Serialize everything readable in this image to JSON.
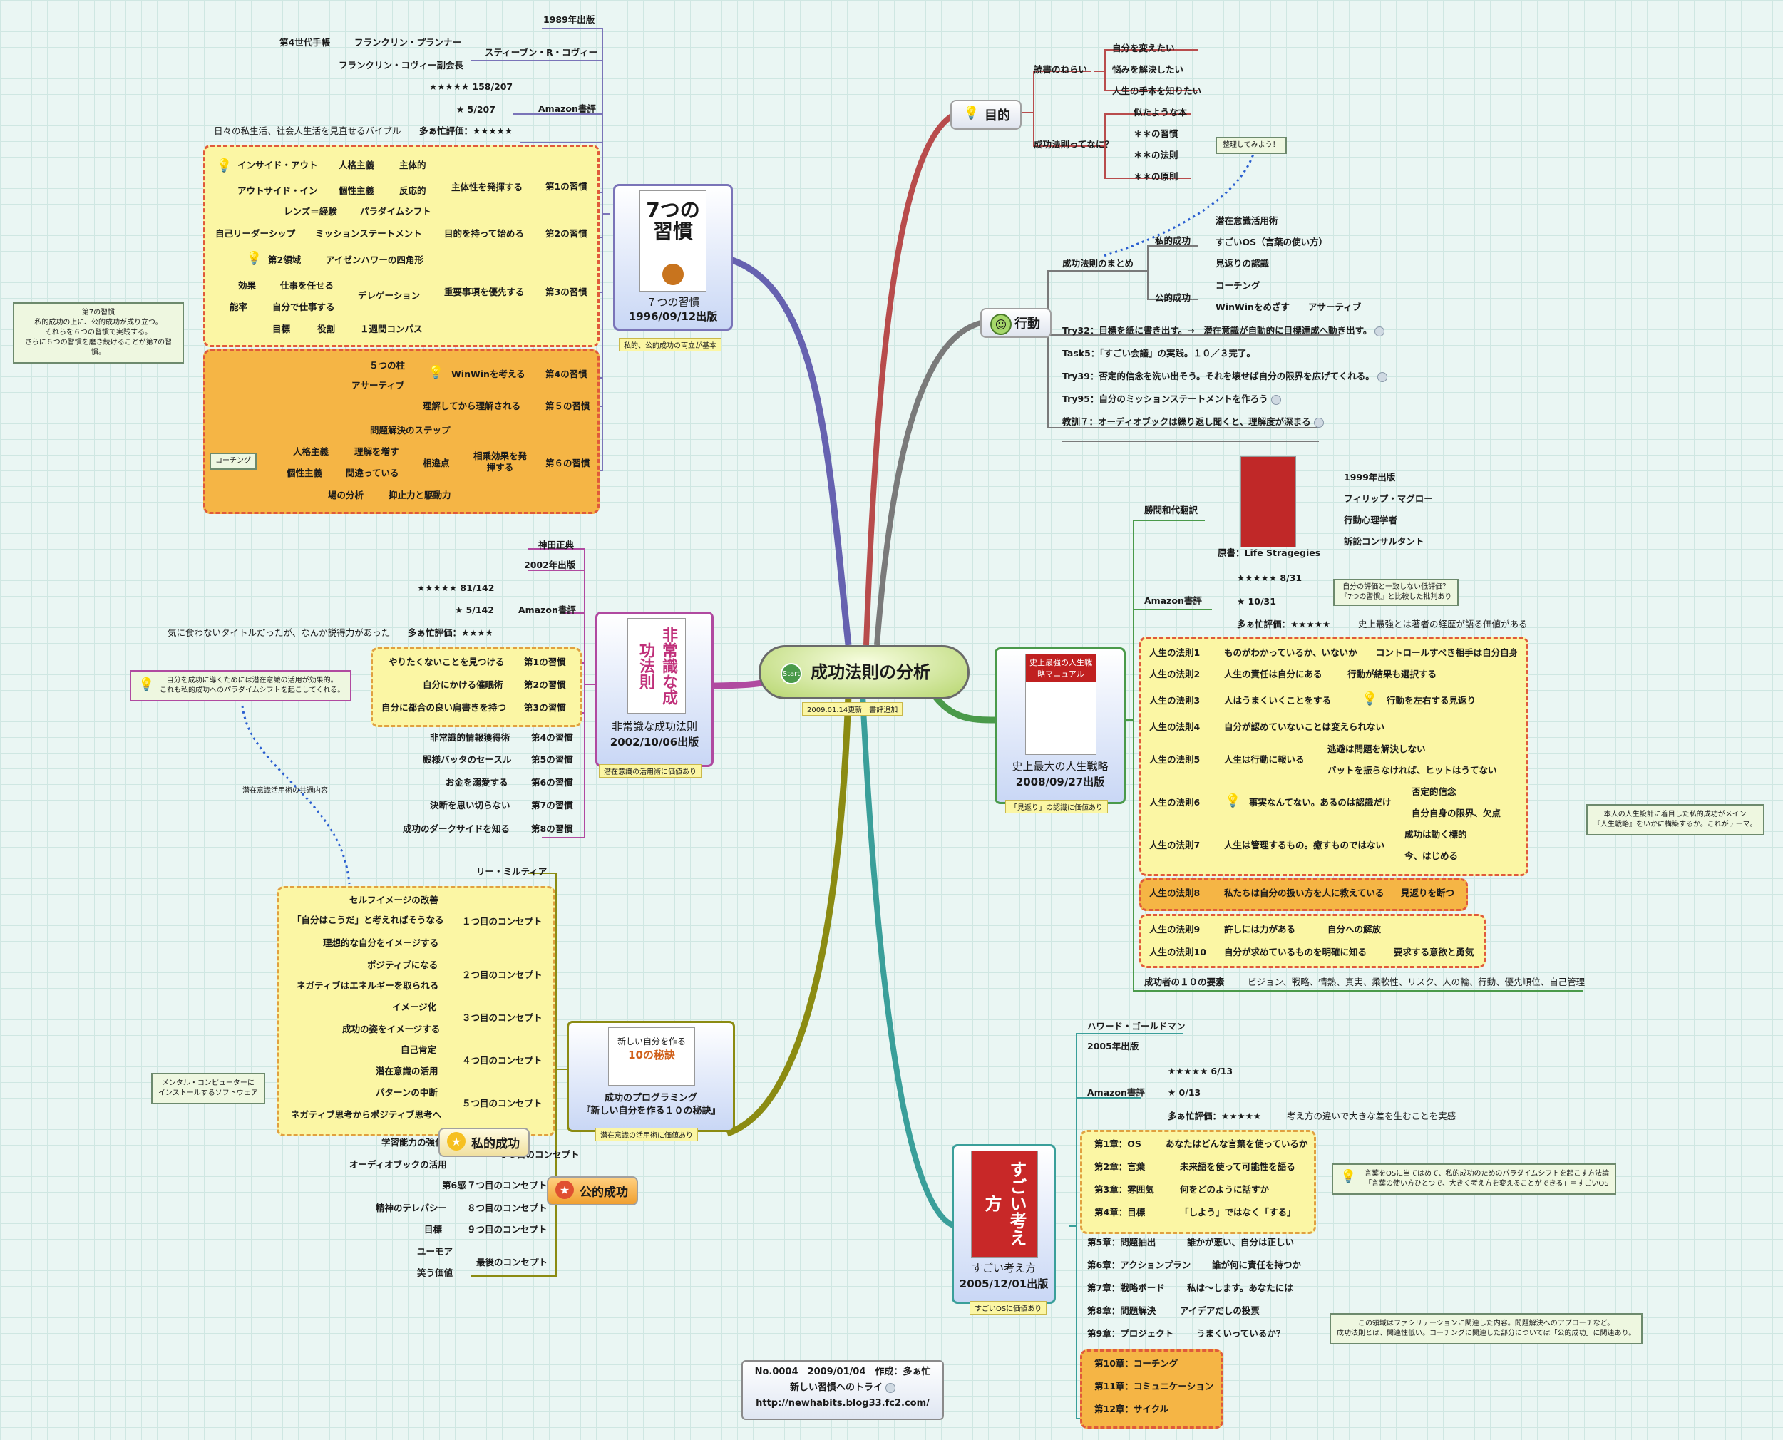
{
  "central": {
    "title": "成功法則の分析",
    "start": "Start",
    "update": "2009.01.14更新　書評追加"
  },
  "footer": {
    "line1": "No.0004　2009/01/04　作成：多ぁ忙",
    "line2": "新しい習慣へのトライ",
    "line3": "http://newhabits.blog33.fc2.com/"
  },
  "book7": {
    "cover_title": "7つの習慣",
    "title": "７つの習慣",
    "date": "1996/09/12出版",
    "sub": "私的、公的成功の両立が基本",
    "published": "1989年出版",
    "author": "スティーブン・R・コヴィー",
    "author_a": "第4世代手帳",
    "author_b": "フランクリン・プランナー",
    "author_c": "フランクリン・コヴィー副会長",
    "amazon": "Amazon書評",
    "star5": "★★★★★ 158/207",
    "star1": "★ 5/207",
    "tabo": "多ぁ忙評価：★★★★★",
    "tabo_note": "日々の私生活、社会人生活を見直せるバイブル",
    "h1": "第1の習慣",
    "h1_main": "主体性を発揮する",
    "h1_a": "インサイド・アウト",
    "h1_b": "人格主義",
    "h1_c": "主体的",
    "h1_d": "アウトサイド・イン",
    "h1_e": "個性主義",
    "h1_f": "反応的",
    "h1_g": "レンズ＝経験",
    "h1_h": "パラダイムシフト",
    "h2": "第2の習慣",
    "h2_main": "目的を持って始める",
    "h2_a": "自己リーダーシップ",
    "h2_b": "ミッションステートメント",
    "h3": "第3の習慣",
    "h3_main": "重要事項を優先する",
    "h3_a": "第2領域",
    "h3_b": "アイゼンハワーの四角形",
    "h3_c": "効果",
    "h3_d": "仕事を任せる",
    "h3_e": "デレゲーション",
    "h3_f": "能率",
    "h3_g": "自分で仕事する",
    "h3_h": "目標",
    "h3_i": "役割",
    "h3_j": "１週間コンパス",
    "h4": "第4の習慣",
    "h4_main": "WinWinを考える",
    "h4_a": "５つの柱",
    "h4_b": "アサーティブ",
    "h5": "第５の習慣",
    "h5_main": "理解してから理解される",
    "h6": "第６の習慣",
    "h6_main": "相乗効果を発揮する",
    "h6_a": "問題解決のステップ",
    "h6_b": "人格主義",
    "h6_c": "理解を増す",
    "h6_d": "個性主義",
    "h6_e": "間違っている",
    "h6_f": "相違点",
    "h6_g": "場の分析",
    "h6_h": "抑止力と駆動力",
    "coaching": "コーチング",
    "note7": "第7の習慣\n私的成功の上に、公的成功が成り立つ。\nそれらを６つの習慣で実践する。\nさらに６つの習慣を磨き続けることが第7の習慣。"
  },
  "bookH": {
    "cover": "非常識な成功法則",
    "title": "非常識な成功法則",
    "date": "2002/10/06出版",
    "sub": "潜在意識の活用術に価値あり",
    "author": "神田正典",
    "published": "2002年出版",
    "amazon": "Amazon書評",
    "star5": "★★★★★ 81/142",
    "star1": "★ 5/142",
    "tabo": "多ぁ忙評価：★★★★",
    "tabo_note": "気に食わないタイトルだったが、なんか説得力があった",
    "h1a": "やりたくないことを見つける",
    "h1": "第1の習慣",
    "h2a": "自分にかける催眠術",
    "h2": "第2の習慣",
    "h3a": "自分に都合の良い肩書きを持つ",
    "h3": "第3の習慣",
    "h4a": "非常識的情報獲得術",
    "h4": "第4の習慣",
    "h5a": "殿様バッタのセースル",
    "h5": "第5の習慣",
    "h6a": "お金を溺愛する",
    "h6": "第6の習慣",
    "h7a": "決断を思い切らない",
    "h7": "第7の習慣",
    "h8a": "成功のダークサイドを知る",
    "h8": "第8の習慣",
    "note": "自分を成功に導くためには潜在意識の活用が効果的。\nこれも私的成功へのパラダイムシフトを起こしてくれる。",
    "link_label": "潜在意識活用術の共通内容"
  },
  "book10": {
    "cover1": "新しい自分を作る",
    "cover2": "10の秘訣",
    "title": "成功のプログラミング",
    "title2": "『新しい自分を作る１０の秘訣』",
    "sub": "潜在意識の活用術に価値あり",
    "author": "リー・ミルティア",
    "c1": "１つ目のコンセプト",
    "c1a": "セルフイメージの改善",
    "c1b": "「自分はこうだ」と考えればそうなる",
    "c1c": "理想的な自分をイメージする",
    "c2": "２つ目のコンセプト",
    "c2a": "ポジティブになる",
    "c2b": "ネガティブはエネルギーを取られる",
    "c3": "３つ目のコンセプト",
    "c3a": "イメージ化",
    "c3b": "成功の姿をイメージする",
    "c4": "４つ目のコンセプト",
    "c4a": "自己肯定",
    "c4b": "潜在意識の活用",
    "c5": "５つ目のコンセプト",
    "c5a": "パターンの中断",
    "c5b": "ネガティブ思考からポジティブ思考へ",
    "c6": "６つ目のコンセプト",
    "c6a": "学習能力の強化",
    "c6b": "オーディオブックの活用",
    "c7": "７つ目のコンセプト",
    "c7a": "第6感",
    "c8": "８つ目のコンセプト",
    "c8a": "精神のテレパシー",
    "c9": "９つ目のコンセプト",
    "c9a": "目標",
    "c10": "最後のコンセプト",
    "c10a": "ユーモア",
    "c10b": "笑う価値",
    "private": "私的成功",
    "public": "公的成功",
    "note": "メンタル・コンピューターに\nインストールするソフトウェア"
  },
  "purpose": {
    "label": "目的",
    "aim": "読書のねらい",
    "aim1": "自分を変えたい",
    "aim2": "悩みを解決したい",
    "aim3": "人生の手本を知りたい",
    "what": "成功法則ってなに？",
    "w1": "似たような本",
    "w2": "＊＊の習慣",
    "w3": "＊＊の法則",
    "w4": "＊＊の原則",
    "organize": "整理してみよう！"
  },
  "action": {
    "label": "行動",
    "summary": "成功法則のまとめ",
    "private": "私的成功",
    "p1": "潜在意識活用術",
    "p2": "すごいOS（言葉の使い方）",
    "p3": "見返りの認識",
    "public": "公的成功",
    "q1": "コーチング",
    "q2": "WinWinをめざす",
    "q3": "アサーティブ",
    "try32": "Try32：目標を紙に書き出す。→　潜在意識が自動的に目標達成へ動き出す。",
    "task5": "Task5：「すごい会議」の実践。１０／３完了。",
    "try39": "Try39：否定的信念を洗い出そう。それを壊せば自分の限界を広げてくれる。",
    "try95": "Try95：自分のミッションステートメントを作ろう",
    "lesson7": "教訓７：オーディオブックは繰り返し聞くと、理解度が深まる"
  },
  "bookL": {
    "title": "史上最大の人生戦略",
    "date": "2008/09/27出版",
    "sub": "「見返り」の認識に価値あり",
    "cover": "史上最強の人生戦略マニュアル",
    "translator": "勝間和代翻訳",
    "original": "原書：Life Stragegies",
    "published": "1999年出版",
    "author": "フィリップ・マグロー",
    "author_a": "行動心理学者",
    "author_b": "訴訟コンサルタント",
    "amazon": "Amazon書評",
    "star5": "★★★★★ 8/31",
    "star1": "★ 10/31",
    "tabo": "多ぁ忙評価：★★★★★",
    "tabo_note": "史上最強とは著者の経歴が語る価値がある",
    "amazon_note": "自分の評価と一致しない低評価？\n『7つの習慣』と比較した批判あり",
    "l1": "人生の法則1",
    "l1a": "ものがわかっているか、いないか",
    "l1b": "コントロールすべき相手は自分自身",
    "l2": "人生の法則2",
    "l2a": "人生の責任は自分にある",
    "l2b": "行動が結果も選択する",
    "l3": "人生の法則3",
    "l3a": "人はうまくいくことをする",
    "l3b": "行動を左右する見返り",
    "l4": "人生の法則4",
    "l4a": "自分が認めていないことは変えられない",
    "l5": "人生の法則5",
    "l5a": "人生は行動に報いる",
    "l5b": "逃避は問題を解決しない",
    "l5c": "バットを振らなければ、ヒットはうてない",
    "l6": "人生の法則6",
    "l6a": "事実なんてない。あるのは認識だけ",
    "l6b": "否定的信念",
    "l6c": "自分自身の限界、欠点",
    "l7": "人生の法則7",
    "l7a": "人生は管理するもの。癒すものではない",
    "l7b": "成功は動く標的",
    "l7c": "今、はじめる",
    "l8": "人生の法則8",
    "l8a": "私たちは自分の扱い方を人に教えている",
    "l8b": "見返りを断つ",
    "l9": "人生の法則9",
    "l9a": "許しには力がある",
    "l9b": "自分への解放",
    "l10": "人生の法則10",
    "l10a": "自分が求めているものを明確に知る",
    "l10b": "要求する意欲と勇気",
    "elements": "成功者の１０の要素",
    "elements_list": "ビジョン、戦略、情熱、真実、柔軟性、リスク、人の輪、行動、優先順位、自己管理",
    "note": "本人の人生設計に着目した私的成功がメイン\n『人生戦略』をいかに構築するか。これがテーマ。"
  },
  "bookS": {
    "title": "すごい考え方",
    "date": "2005/12/01出版",
    "sub": "すごいOSに価値あり",
    "cover": "すごい考え方",
    "author": "ハワード・ゴールドマン",
    "published": "2005年出版",
    "amazon": "Amazon書評",
    "star5": "★★★★★ 6/13",
    "star1": "★ 0/13",
    "tabo": "多ぁ忙評価：★★★★★",
    "tabo_note": "考え方の違いで大きな差を生むことを実感",
    "c1": "第1章：OS",
    "c1a": "あなたはどんな言葉を使っているか",
    "c2": "第2章：言葉",
    "c2a": "未来語を使って可能性を語る",
    "c3": "第3章：雰囲気",
    "c3a": "何をどのように話すか",
    "c4": "第4章：目標",
    "c4a": "「しよう」ではなく「する」",
    "c5": "第5章：問題抽出",
    "c5a": "誰かが悪い、自分は正しい",
    "c6": "第6章：アクションプラン",
    "c6a": "誰が何に責任を持つか",
    "c7": "第7章：戦略ボード",
    "c7a": "私は～します。あなたには",
    "c8": "第8章：問題解決",
    "c8a": "アイデアだしの投票",
    "c9": "第9章：プロジェクト",
    "c9a": "うまくいっているか？",
    "c10": "第10章：コーチング",
    "c11": "第11章：コミュニケーション",
    "c12": "第12章：サイクル",
    "note1": "言葉をOSに当てはめて、私的成功のためのパラダイムシフトを起こす方法論\n「言葉の使い方ひとつで、大きく考え方を変えることができる」＝すごいOS",
    "note2": "この領域はファシリテーションに関連した内容。問題解決へのアプローチなど。\n成功法則とは、関連性低い。コーチングに関連した部分については「公的成功」に関連あり。"
  },
  "colors": {
    "purple": "#7a74b8",
    "olive": "#8b8b12",
    "teal": "#3a9f9a",
    "red": "#b84c4c",
    "gray": "#7a7a7a",
    "green": "#4a9a4a",
    "magenta": "#b04aa0",
    "dashed": "#e05a3a",
    "yellow": "#fbf6a4",
    "orange": "#f5b545"
  }
}
